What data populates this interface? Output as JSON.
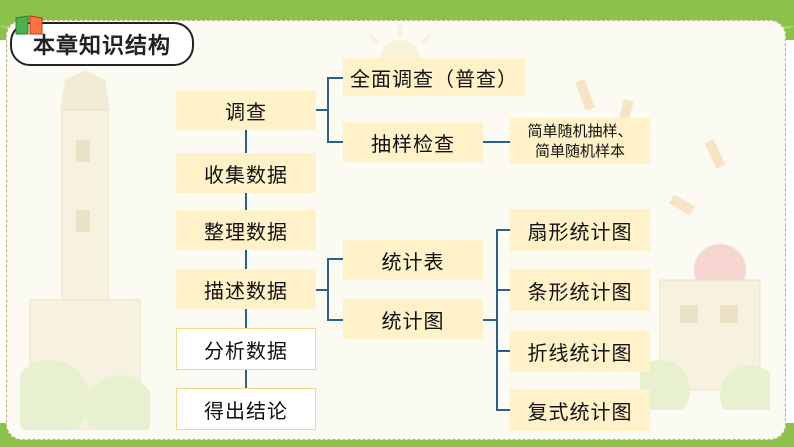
{
  "header": {
    "title": "本章知识结构",
    "book_icon": "book-icon"
  },
  "flow": {
    "steps": [
      {
        "label": "调查"
      },
      {
        "label": "收集数据"
      },
      {
        "label": "整理数据"
      },
      {
        "label": "描述数据"
      },
      {
        "label": "分析数据"
      },
      {
        "label": "得出结论"
      }
    ]
  },
  "survey_types": [
    {
      "label": "全面调查（普查）"
    },
    {
      "label": "抽样检查"
    }
  ],
  "sampling_note": [
    "简单随机抽样、",
    "简单随机样本"
  ],
  "describe_methods": [
    {
      "label": "统计表"
    },
    {
      "label": "统计图"
    }
  ],
  "chart_types": [
    {
      "label": "扇形统计图"
    },
    {
      "label": "条形统计图"
    },
    {
      "label": "折线统计图"
    },
    {
      "label": "复式统计图"
    }
  ],
  "colors": {
    "node_fill": "#fff2c8",
    "connector": "#2b5f8e",
    "band": "#8bc34a"
  }
}
